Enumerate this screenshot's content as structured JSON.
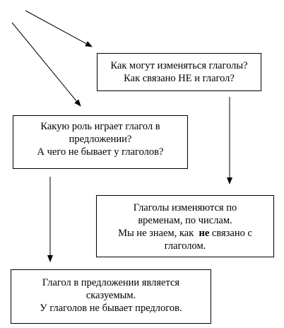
{
  "boxes": {
    "box1": {
      "line1": "Как могут изменяться глаголы?",
      "line2": "Как связано НЕ и глагол?"
    },
    "box2": {
      "line1": "Какую роль играет глагол в",
      "line2": "предложении?",
      "line3": "А чего не бывает у глаголов?"
    },
    "box3": {
      "line1": "Глаголы изменяются по",
      "line2": "временам, по числам.",
      "line3_prefix": "Мы не знаем, как",
      "line3_bold": "не",
      "line3_suffix": "связано с",
      "line4": "глаголом."
    },
    "box4": {
      "line1": "Глагол в предложении является",
      "line2": "сказуемым.",
      "line3": "У глаголов не бывает предлогов."
    }
  }
}
